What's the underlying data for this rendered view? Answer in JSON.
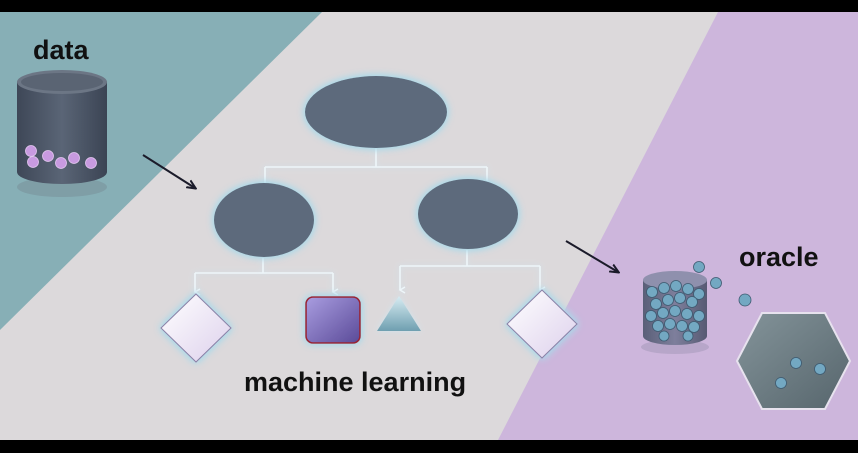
{
  "labels": {
    "data": "data",
    "oracle": "oracle",
    "machine_learning": "machine learning"
  },
  "colors": {
    "teal_region": "#87afb6",
    "center_region": "#dcd9db",
    "purple_region": "#cdb6dc",
    "node_fill": "#5d6b7c",
    "glow": "#a9d9ea",
    "connector": "#eef6fa",
    "cylinder_body": "#4f5a6b",
    "data_dot": "#c89ae0",
    "oracle_dot": "#73a8c2",
    "diamond_fill": "#ebe3f3",
    "square_fill": "#7d6fb8",
    "square_border": "#9a2233",
    "triangle_fill": "#9ec6d2",
    "hexagon_fill": "#6d7d84",
    "arrow": "#1b1b2a"
  },
  "icons": [
    "data-cylinder-icon",
    "oracle-cylinder-icon",
    "oracle-hexagon-icon",
    "diamond-leaf-icon",
    "square-leaf-icon",
    "triangle-leaf-icon",
    "arrow-icon"
  ]
}
